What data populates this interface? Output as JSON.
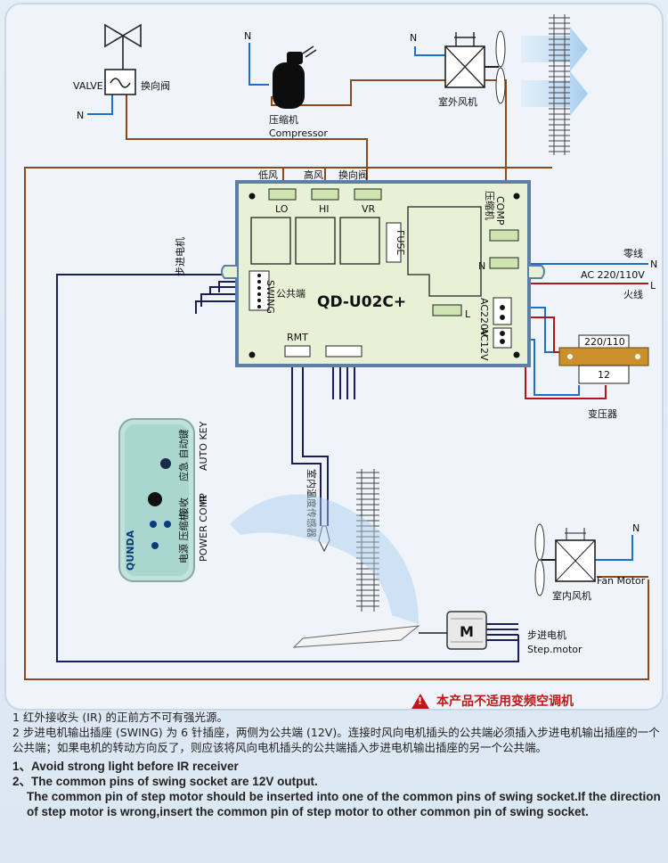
{
  "valve": {
    "label": "VALVE",
    "cn": "换向阀",
    "n": "N"
  },
  "compressor": {
    "cn": "压缩机",
    "en": "Compressor",
    "n": "N"
  },
  "outdoor_fan": {
    "cn": "室外风机",
    "n": "N"
  },
  "board": {
    "model": "QD-U02C+",
    "lo_cn": "低风",
    "hi_cn": "高风",
    "vr_cn": "换向阀",
    "lo": "LO",
    "hi": "HI",
    "vr": "VR",
    "comp_cn": "压缩机",
    "comp": "COMP",
    "fuse": "FUSE",
    "n": "N",
    "l": "L",
    "swing": "SWING",
    "common_cn": "公共端",
    "rmt": "RMT",
    "ac220": "AC220V",
    "ac12": "AC12V"
  },
  "stepper_cn": "步进电机",
  "power": {
    "neutral_cn": "零线",
    "ac": "AC 220/110V",
    "live_cn": "火线",
    "n": "N",
    "l": "L"
  },
  "transformer": {
    "top": "220/110",
    "bottom": "12",
    "cn": "变压器"
  },
  "sensor_cn": "室内温度传感器",
  "receiver": {
    "brand": "QUNDA",
    "auto_cn": "应急 自动键",
    "auto_en": "AUTO KEY",
    "ir_cn": "接收",
    "ir_en": "IR",
    "labels_cn": "电源 压缩机",
    "labels_en": "POWER COMP"
  },
  "indoor_fan": {
    "fan_motor": "Fan Motor",
    "cn": "室内风机",
    "n": "N"
  },
  "step_motor": {
    "cn": "步进电机",
    "en": "Step.motor",
    "m": "M"
  },
  "warning": "本产品不适用变频空调机",
  "notes_cn": [
    "1  红外接收头 (IR) 的正前方不可有强光源。",
    "2  步进电机输出插座 (SWING) 为 6 针插座，两侧为公共端 (12V)。连接时风向电机插头的公共端必须插入步进电机输出插座的一个公共端；如果电机的转动方向反了，则应该将风向电机插头的公共端插入步进电机输出插座的另一个公共端。"
  ],
  "notes_en": [
    "1、Avoid strong light before IR receiver",
    "2、The common pins of swing socket are 12V output.",
    "The common pin of step motor should be inserted into one of the common pins of swing socket.If the direction of step motor is wrong,insert the common pin of step motor to other common pin of swing socket."
  ],
  "colors": {
    "brown": "#8a4a1c",
    "blue": "#1f6fc9",
    "navy": "#1c1c5a",
    "red": "#b4151a",
    "board": "#e7f1d6",
    "warn": "#c01818"
  }
}
